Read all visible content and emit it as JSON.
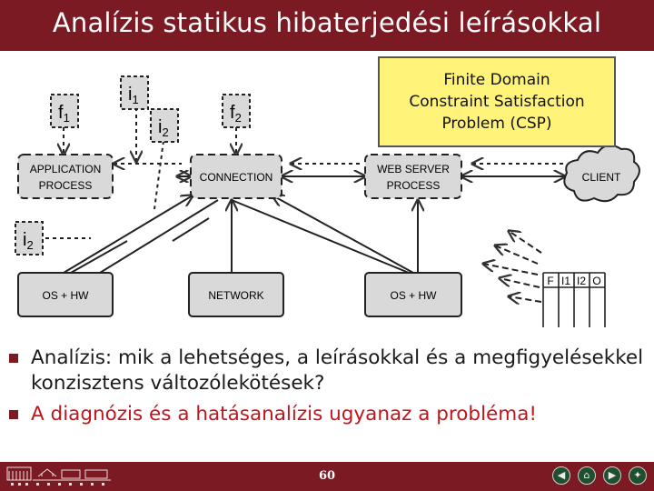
{
  "slide": {
    "title": "Analízis statikus hibaterjedési leírásokkal",
    "page_number": "60",
    "colors": {
      "theme": "#7b1a22",
      "csp_box": "#fff37a",
      "highlight_text": "#c0151d"
    }
  },
  "diagram": {
    "nodes": {
      "application_process": "APPLICATION\nPROCESS",
      "connection": "CONNECTION",
      "web_server_process": "WEB SERVER\nPROCESS",
      "client": "CLIENT",
      "os_hw_left": "OS + HW",
      "network": "NETWORK",
      "os_hw_right": "OS + HW"
    },
    "labels": {
      "f1": {
        "base": "f",
        "sub": "1"
      },
      "i1": {
        "base": "i",
        "sub": "1"
      },
      "i2_top": {
        "base": "i",
        "sub": "2"
      },
      "f2": {
        "base": "f",
        "sub": "2"
      },
      "i2_left": {
        "base": "i",
        "sub": "2"
      }
    },
    "table_headers": [
      "F",
      "I1",
      "I2",
      "O"
    ],
    "csp_box": "Finite Domain\nConstraint Satisfaction\nProblem (CSP)"
  },
  "bullets": [
    "Analízis: mik a lehetséges, a leírásokkal és a megfigyelésekkel konzisztens változólekötések?",
    "A diagnózis és a hatásanalízis ugyanaz a probléma!"
  ],
  "footer": {
    "icons": [
      "left-arrow-icon",
      "home-icon",
      "right-arrow-icon",
      "logo-icon"
    ]
  }
}
